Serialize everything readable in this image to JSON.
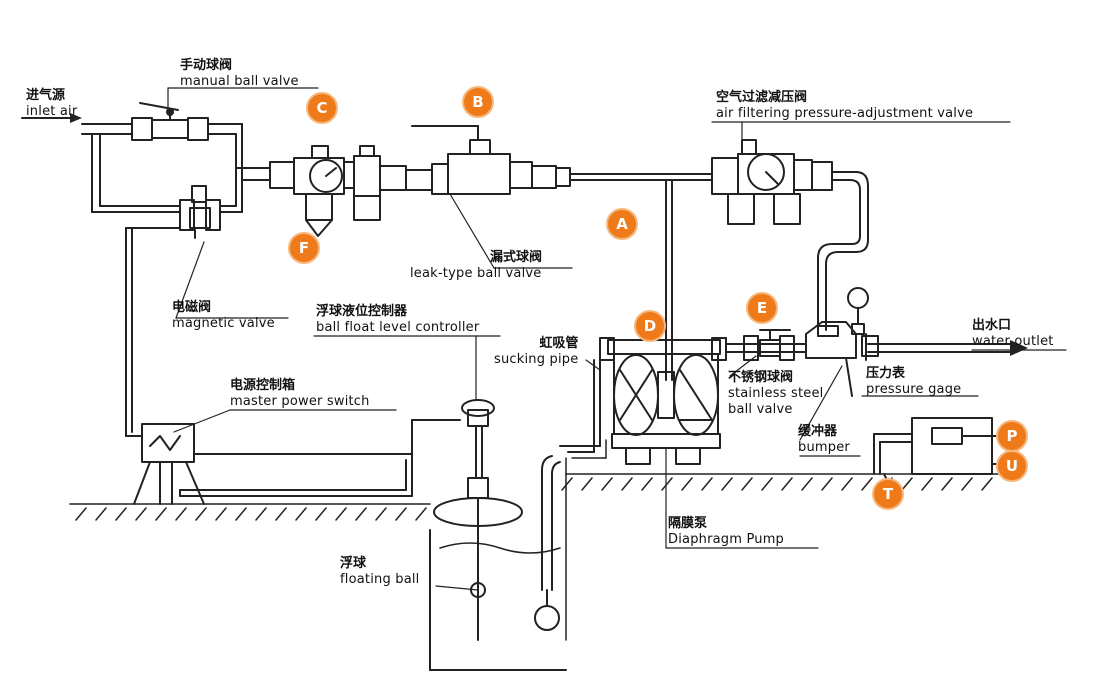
{
  "labels": {
    "inlet_air": {
      "zh": "进气源",
      "en": "inlet air"
    },
    "manual_ball_valve": {
      "zh": "手动球阀",
      "en": "manual ball valve"
    },
    "air_filter_valve": {
      "zh": "空气过滤减压阀",
      "en": "air filtering pressure-adjustment valve"
    },
    "leak_ball_valve": {
      "zh": "漏式球阀",
      "en": "leak-type ball valve"
    },
    "magnetic_valve": {
      "zh": "电磁阀",
      "en": "magnetic valve"
    },
    "float_controller": {
      "zh": "浮球液位控制器",
      "en": "ball float level controller"
    },
    "sucking_pipe": {
      "zh": "虹吸管",
      "en": "sucking pipe"
    },
    "water_outlet": {
      "zh": "出水口",
      "en": "water outlet"
    },
    "pressure_gage": {
      "zh": "压力表",
      "en": "pressure gage"
    },
    "stainless_valve": {
      "zh": "不锈钢球阀",
      "en": "stainless steel",
      "en2": "ball valve"
    },
    "power_switch": {
      "zh": "电源控制箱",
      "en": "master power switch"
    },
    "bumper": {
      "zh": "缓冲器",
      "en": "bumper"
    },
    "diaphragm_pump": {
      "zh": "隔膜泵",
      "en": "Diaphragm Pump"
    },
    "floating_ball": {
      "zh": "浮球",
      "en": "floating ball"
    }
  },
  "badges": {
    "A": "A",
    "B": "B",
    "C": "C",
    "D": "D",
    "E": "E",
    "F": "F",
    "P": "P",
    "T": "T",
    "U": "U"
  },
  "colors": {
    "badge": "#ef7a1a",
    "line": "#222222"
  }
}
